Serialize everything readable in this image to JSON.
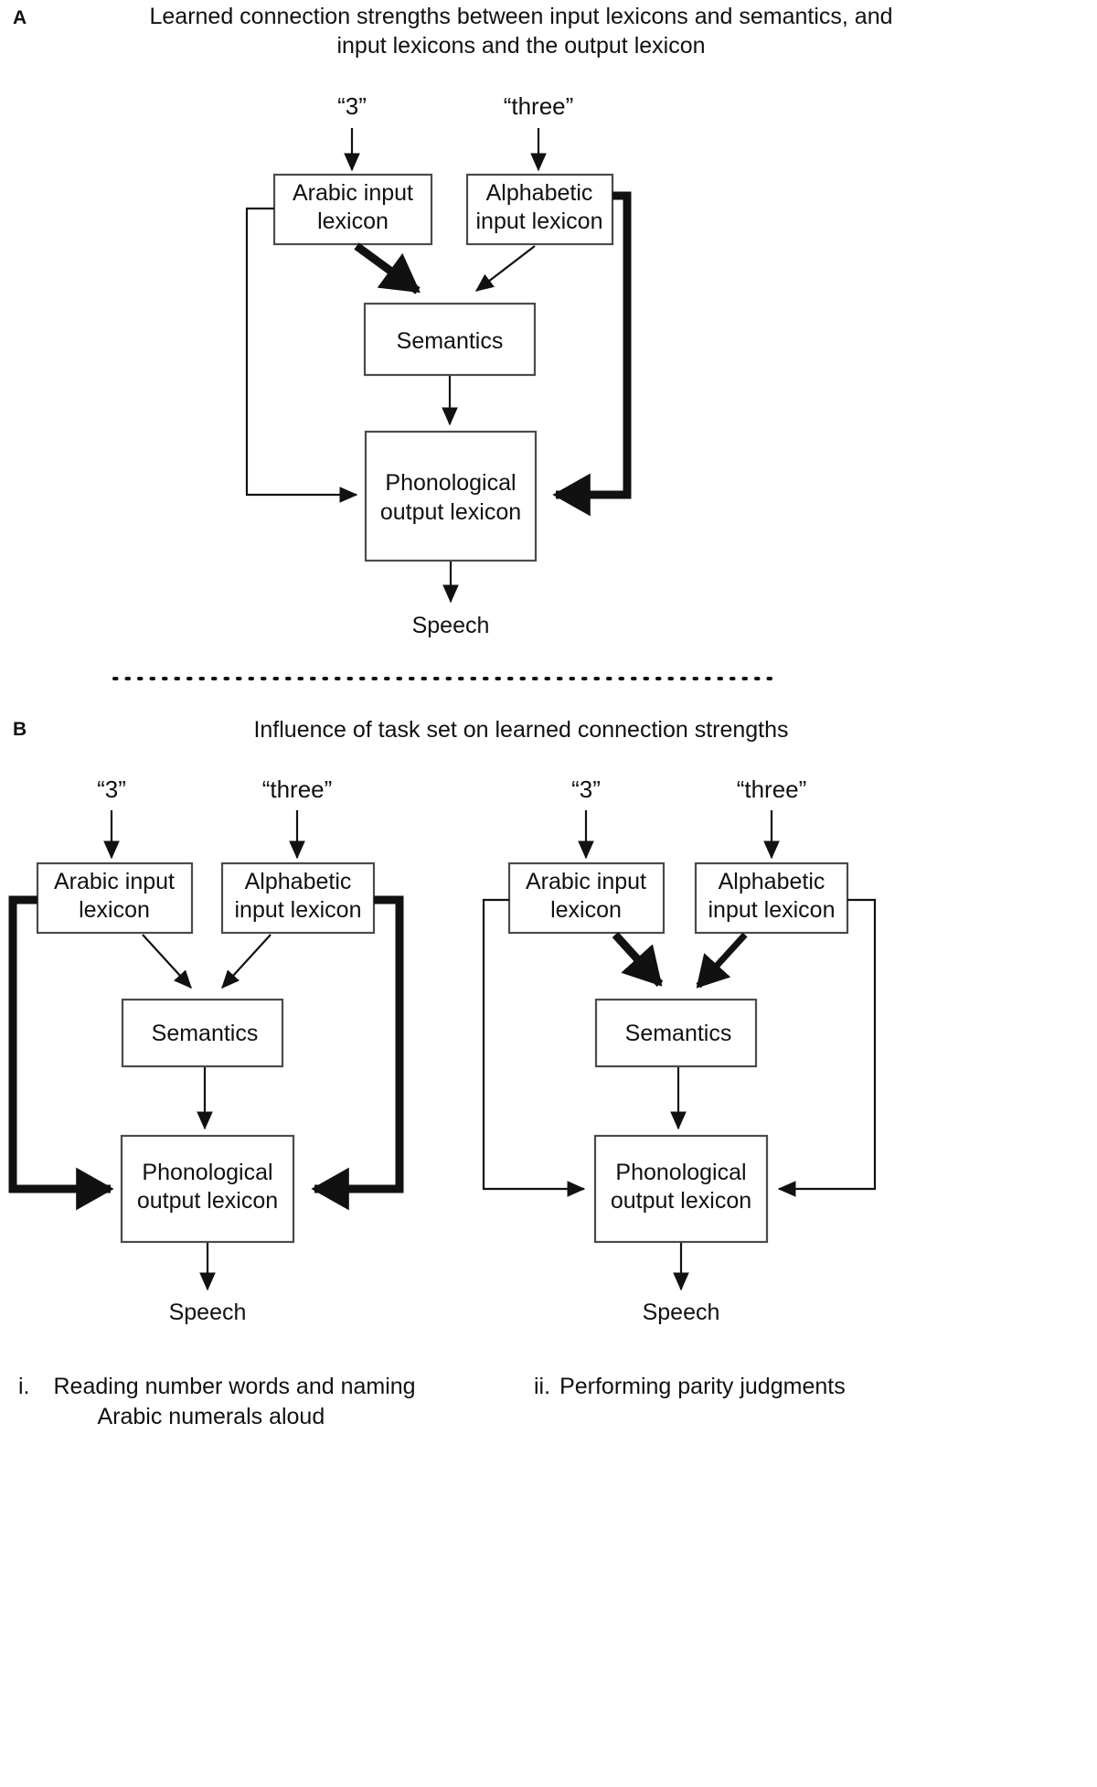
{
  "figure": {
    "panels": [
      {
        "letter": "A",
        "title": "Learned connection strengths between input lexicons and semantics, and input lexicons and the output lexicon",
        "title_line1": "Learned connection strengths between input lexicons and semantics, and",
        "title_line2": "input lexicons and the output lexicon",
        "diagrams": [
          {
            "id": "panel-a-model",
            "inputs": [
              {
                "name": "arabic-input",
                "label": "“3”"
              },
              {
                "name": "alphabetic-input",
                "label": "“three”"
              }
            ],
            "nodes": [
              {
                "name": "arabic-input-lexicon",
                "line1": "Arabic input",
                "line2": "lexicon"
              },
              {
                "name": "alphabetic-input-lexicon",
                "line1": "Alphabetic",
                "line2": "input lexicon"
              },
              {
                "name": "semantics",
                "line1": "Semantics",
                "line2": ""
              },
              {
                "name": "phonological-output-lexicon",
                "line1": "Phonological",
                "line2": "output lexicon"
              }
            ],
            "output_label": "Speech",
            "connections": [
              {
                "from": "arabic-input-lexicon",
                "to": "semantics",
                "strength": "strong"
              },
              {
                "from": "alphabetic-input-lexicon",
                "to": "semantics",
                "strength": "weak"
              },
              {
                "from": "semantics",
                "to": "phonological-output-lexicon",
                "strength": "weak"
              },
              {
                "from": "arabic-input-lexicon",
                "to": "phonological-output-lexicon",
                "strength": "weak"
              },
              {
                "from": "alphabetic-input-lexicon",
                "to": "phonological-output-lexicon",
                "strength": "strong"
              },
              {
                "from": "phonological-output-lexicon",
                "to": "Speech",
                "strength": "weak"
              }
            ]
          }
        ]
      },
      {
        "letter": "B",
        "title": "Influence of task set on learned connection strengths",
        "diagrams": [
          {
            "id": "panel-b-left-model",
            "caption_number": "i.",
            "caption_line1": "Reading number words and naming",
            "caption_line2": "Arabic numerals aloud",
            "inputs": [
              {
                "name": "arabic-input",
                "label": "“3”"
              },
              {
                "name": "alphabetic-input",
                "label": "“three”"
              }
            ],
            "nodes": [
              {
                "name": "arabic-input-lexicon",
                "line1": "Arabic input",
                "line2": "lexicon"
              },
              {
                "name": "alphabetic-input-lexicon",
                "line1": "Alphabetic",
                "line2": "input lexicon"
              },
              {
                "name": "semantics",
                "line1": "Semantics",
                "line2": ""
              },
              {
                "name": "phonological-output-lexicon",
                "line1": "Phonological",
                "line2": "output lexicon"
              }
            ],
            "output_label": "Speech",
            "connections": [
              {
                "from": "arabic-input-lexicon",
                "to": "semantics",
                "strength": "weak"
              },
              {
                "from": "alphabetic-input-lexicon",
                "to": "semantics",
                "strength": "weak"
              },
              {
                "from": "semantics",
                "to": "phonological-output-lexicon",
                "strength": "weak"
              },
              {
                "from": "arabic-input-lexicon",
                "to": "phonological-output-lexicon",
                "strength": "strong"
              },
              {
                "from": "alphabetic-input-lexicon",
                "to": "phonological-output-lexicon",
                "strength": "strong"
              },
              {
                "from": "phonological-output-lexicon",
                "to": "Speech",
                "strength": "weak"
              }
            ]
          },
          {
            "id": "panel-b-right-model",
            "caption_number": "ii.",
            "caption_line1": "Performing parity judgments",
            "caption_line2": "",
            "inputs": [
              {
                "name": "arabic-input",
                "label": "“3”"
              },
              {
                "name": "alphabetic-input",
                "label": "“three”"
              }
            ],
            "nodes": [
              {
                "name": "arabic-input-lexicon",
                "line1": "Arabic input",
                "line2": "lexicon"
              },
              {
                "name": "alphabetic-input-lexicon",
                "line1": "Alphabetic",
                "line2": "input lexicon"
              },
              {
                "name": "semantics",
                "line1": "Semantics",
                "line2": ""
              },
              {
                "name": "phonological-output-lexicon",
                "line1": "Phonological",
                "line2": "output lexicon"
              }
            ],
            "output_label": "Speech",
            "connections": [
              {
                "from": "arabic-input-lexicon",
                "to": "semantics",
                "strength": "strong"
              },
              {
                "from": "alphabetic-input-lexicon",
                "to": "semantics",
                "strength": "medium"
              },
              {
                "from": "semantics",
                "to": "phonological-output-lexicon",
                "strength": "weak"
              },
              {
                "from": "arabic-input-lexicon",
                "to": "phonological-output-lexicon",
                "strength": "weak"
              },
              {
                "from": "alphabetic-input-lexicon",
                "to": "phonological-output-lexicon",
                "strength": "weak"
              },
              {
                "from": "phonological-output-lexicon",
                "to": "Speech",
                "strength": "weak"
              }
            ]
          }
        ]
      }
    ],
    "colors": {
      "stroke": "#111111",
      "box_stroke": "#4b4b4b",
      "background": "#ffffff"
    }
  }
}
